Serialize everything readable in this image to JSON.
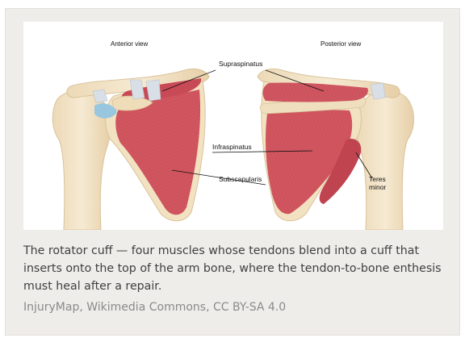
{
  "figure": {
    "views": {
      "anterior": "Anterior view",
      "posterior": "Posterior view"
    },
    "labels": {
      "supraspinatus": "Supraspinatus",
      "infraspinatus": "Infraspinatus",
      "subscapularis": "Subscapularis",
      "teres_line1": "Teres",
      "teres_line2": "minor"
    },
    "colors": {
      "bone": "#f3e6cc",
      "bone_shadow": "#e2cca4",
      "muscle": "#d0555f",
      "muscle_dark": "#b23b47",
      "tendon": "#d9dfe6",
      "ligament": "#8fc4e3"
    }
  },
  "caption": "The rotator cuff — four muscles whose tendons blend into a cuff that inserts onto the top of the arm bone, where the tendon-to-bone enthesis must heal after a repair.",
  "credit": "InjuryMap, Wikimedia Commons, CC BY-SA 4.0"
}
